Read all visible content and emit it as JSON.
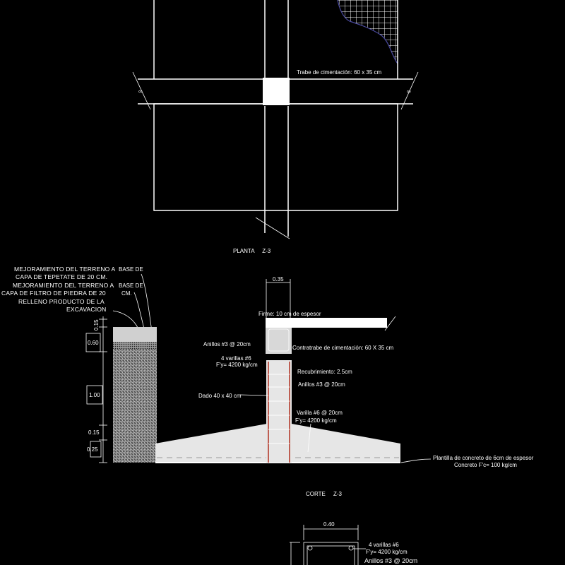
{
  "plan": {
    "beam_label": "Trabe de cimentación: 60 x 35 cm",
    "title": "PLANTA     Z-3"
  },
  "section": {
    "fill_labels": [
      "MEJORAMIENTO DEL TERRENO A",
      "CAPA DE TEPETATE DE 20 CM.",
      "MEJORAMIENTO DEL TERRENO A",
      "CAPA DE FILTRO DE PIEDRA DE 20",
      "RELLENO PRODUCTO DE LA",
      "EXCAVACION"
    ],
    "overlap_labels": [
      "BASE DE",
      "BASE DE",
      "CM."
    ],
    "dims_left": [
      "0.15",
      "0.60",
      "1.00",
      "0.15",
      "0.25"
    ],
    "dim_top": "0.35",
    "firme": "Firme: 10 cm de espesor",
    "anillos_top": "Anillos #3 @ 20cm",
    "contratrabe": "Contratrabe de cimentación: 60 X 35 cm",
    "varillas_1": "4 varillas #6",
    "varillas_2": "F'y= 4200 kg/cm",
    "recubrimiento": "Recubrimiento: 2.5cm",
    "anillos_mid": "Anillos #3 @ 20cm",
    "dado": "Dado  40 x 40 cm",
    "varilla_1": "Varilla #6 @ 20cm",
    "varilla_2": "F'y= 4200 kg/cm",
    "plantilla_1": "Plantilla de concreto de 6cm de espesor",
    "plantilla_2": "Concreto F'c= 100 kg/cm",
    "title": "CORTE     Z-3"
  },
  "detail": {
    "dim_top": "0.40",
    "varillas_1": "4 varillas #6",
    "varillas_2": "F'y= 4200 kg/cm",
    "anillos": "Anillos #3 @ 20cm"
  },
  "colors": {
    "background": "#000000",
    "lines": "#ffffff",
    "fill": "#e6e6e6",
    "rebar": "#b03020",
    "boundary": "#4a4aa0"
  }
}
